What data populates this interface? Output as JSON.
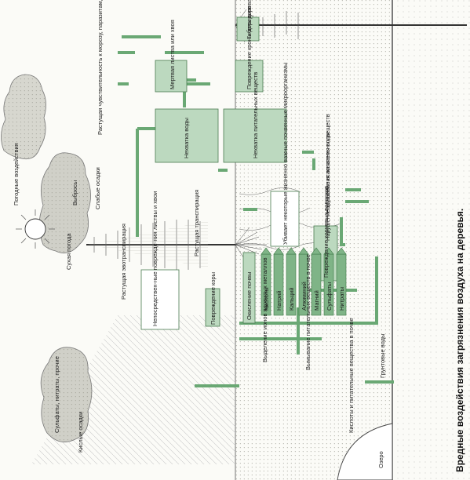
{
  "caption": "Вредные воздействия загрязнения воздуха на деревья.",
  "sources": {
    "emissions": "Выбросы",
    "acid_precip": "Кислые осадки",
    "nitrates": "Сульфаты, нитраты, прочие"
  },
  "weather": {
    "title": "Погодные воздействия",
    "dry": "Сухая погода",
    "weak_precip": "Слабые осадки",
    "evapotranspiration": "Растущая эвотранспирация",
    "transpiration": "Растущая транспирация"
  },
  "boxes": {
    "direct_damage": "Непосредствен-ные поврежде-ния листвы и хвои",
    "bark_damage": "Повреждение коры",
    "water_shortage": "Нехватка воды",
    "dead_foliage": "Мертвая листва или хвоя",
    "crown_damage": "Повреждение кроны деревьев",
    "tree_death": "Гибель дерева",
    "nutrient_shortage": "Нехватка питательных веществ",
    "sensitivity": "Растущая чувствительность к морозу, паразитам, грибам, мхам и болезням",
    "soil_acidification": "Окисление почвы",
    "microorganisms": "Убивает некоторые жизненно важные почвенные микроорганизмы",
    "nutrient_absorption": "Нарушение всасывания питательных веществ",
    "water_absorption": "Нарушение всасывания воды",
    "root_hair_damage": "Повреждение корневых волосков",
    "toxic_metal_ions": "Выделение ионов ядовитых металлов",
    "leaching": "Вымывание питательных веществ в почве",
    "acids_in_soil": "Кислоты и питательные вещества в почве",
    "groundwater": "Грунтовые воды",
    "lake": "Озеро"
  },
  "ions": [
    "Кислоты",
    "Натрий",
    "Кальций",
    "Алюминий",
    "Магний",
    "Сульфаты",
    "Нитраты"
  ],
  "colors": {
    "box": "#bcd9bf",
    "arrow": "#6aa874",
    "ion": "#7fb487"
  }
}
